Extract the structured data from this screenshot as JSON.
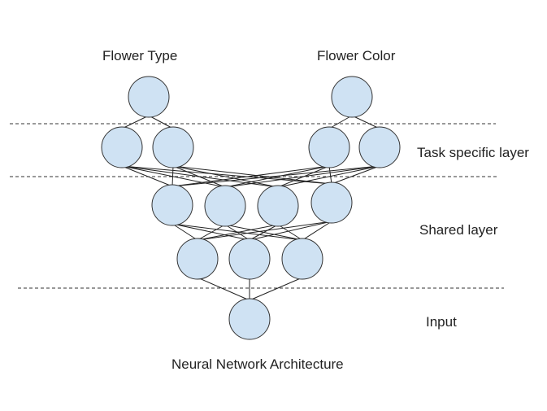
{
  "labels": {
    "output_flower_type": "Flower Type",
    "output_flower_color": "Flower Color",
    "task_specific_layer": "Task specific layer",
    "shared_layer": "Shared layer",
    "input": "Input",
    "caption": "Neural Network Architecture"
  },
  "colors": {
    "node_fill": "#cfe2f3",
    "node_stroke": "#333333",
    "edge": "#222222",
    "divider": "#333333"
  },
  "nodes": [
    {
      "id": "out-type",
      "name": "output-node-flower-type"
    },
    {
      "id": "out-color",
      "name": "output-node-flower-color"
    },
    {
      "id": "ts1",
      "name": "task-node-type-1"
    },
    {
      "id": "ts2",
      "name": "task-node-type-2"
    },
    {
      "id": "ts3",
      "name": "task-node-color-1"
    },
    {
      "id": "ts4",
      "name": "task-node-color-2"
    },
    {
      "id": "sh1",
      "name": "shared-node-1"
    },
    {
      "id": "sh2",
      "name": "shared-node-2"
    },
    {
      "id": "sh3",
      "name": "shared-node-3"
    },
    {
      "id": "sh4",
      "name": "shared-node-4"
    },
    {
      "id": "sl1",
      "name": "shared-lower-node-1"
    },
    {
      "id": "sl2",
      "name": "shared-lower-node-2"
    },
    {
      "id": "sl3",
      "name": "shared-lower-node-3"
    },
    {
      "id": "in",
      "name": "input-node"
    }
  ],
  "edges": [
    [
      "out-type",
      "ts1"
    ],
    [
      "out-type",
      "ts2"
    ],
    [
      "out-color",
      "ts3"
    ],
    [
      "out-color",
      "ts4"
    ],
    [
      "ts1",
      "sh1"
    ],
    [
      "ts1",
      "sh2"
    ],
    [
      "ts1",
      "sh3"
    ],
    [
      "ts1",
      "sh4"
    ],
    [
      "ts2",
      "sh1"
    ],
    [
      "ts2",
      "sh2"
    ],
    [
      "ts2",
      "sh3"
    ],
    [
      "ts2",
      "sh4"
    ],
    [
      "ts3",
      "sh1"
    ],
    [
      "ts3",
      "sh2"
    ],
    [
      "ts3",
      "sh3"
    ],
    [
      "ts3",
      "sh4"
    ],
    [
      "ts4",
      "sh1"
    ],
    [
      "ts4",
      "sh2"
    ],
    [
      "ts4",
      "sh3"
    ],
    [
      "ts4",
      "sh4"
    ],
    [
      "sh1",
      "sl1"
    ],
    [
      "sh1",
      "sl2"
    ],
    [
      "sh1",
      "sl3"
    ],
    [
      "sh2",
      "sl1"
    ],
    [
      "sh2",
      "sl2"
    ],
    [
      "sh2",
      "sl3"
    ],
    [
      "sh3",
      "sl1"
    ],
    [
      "sh3",
      "sl2"
    ],
    [
      "sh3",
      "sl3"
    ],
    [
      "sh4",
      "sl1"
    ],
    [
      "sh4",
      "sl2"
    ],
    [
      "sh4",
      "sl3"
    ],
    [
      "sl1",
      "in"
    ],
    [
      "sl2",
      "in"
    ],
    [
      "sl3",
      "in"
    ]
  ]
}
